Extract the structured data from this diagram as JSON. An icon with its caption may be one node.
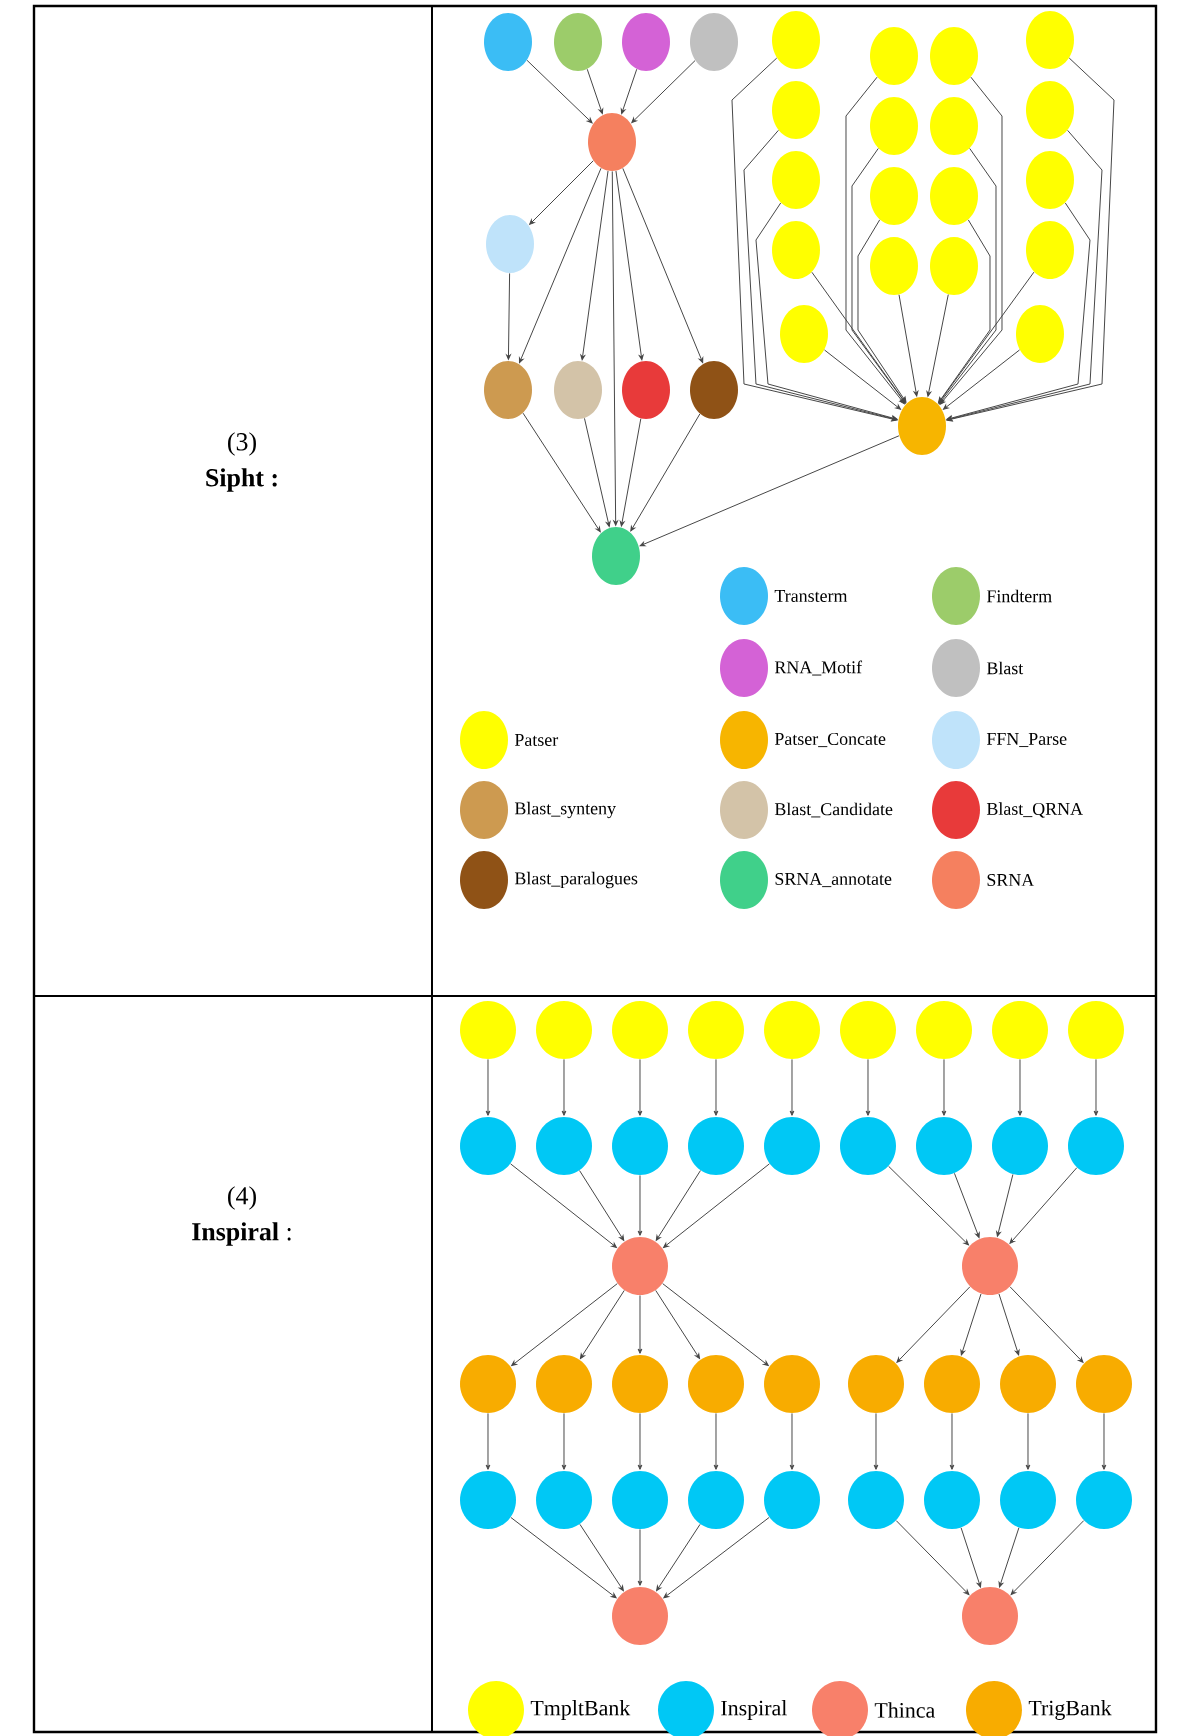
{
  "diagram": {
    "nodes": [
      {
        "text": [],
        "shape": "circle"
      },
      {
        "text": [],
        "shape": "circle"
      },
      {
        "text": [],
        "shape": "circle"
      },
      {
        "text": [],
        "shape": "circle"
      },
      {
        "text": [],
        "shape": "circle"
      },
      {
        "text": [],
        "shape": "circle"
      },
      {
        "text": [],
        "shape": "circle"
      },
      {
        "text": [],
        "shape": "circle"
      },
      {
        "text": [],
        "shape": "circle"
      },
      {
        "text": [],
        "shape": "circle"
      },
      {
        "text": [],
        "shape": "circle"
      },
      {
        "text": [],
        "shape": "circle"
      },
      {
        "text": [],
        "shape": "circle"
      },
      {
        "text": [],
        "shape": "circle"
      },
      {
        "text": [],
        "shape": "circle"
      },
      {
        "text": [],
        "shape": "circle"
      },
      {
        "text": [],
        "shape": "circle"
      },
      {
        "text": [],
        "shape": "circle"
      },
      {
        "text": [],
        "shape": "circle"
      },
      {
        "text": [],
        "shape": "circle"
      },
      {
        "text": [],
        "shape": "circle"
      },
      {
        "text": [],
        "shape": "circle"
      },
      {
        "text": [],
        "shape": "circle"
      },
      {
        "text": [],
        "shape": "circle"
      },
      {
        "text": [],
        "shape": "circle"
      },
      {
        "text": [],
        "shape": "circle"
      },
      {
        "text": [],
        "shape": "circle"
      },
      {
        "text": [],
        "shape": "circle"
      },
      {
        "text": [],
        "shape": "circle"
      },
      {
        "text": [],
        "shape": "circle"
      },
      {
        "text": [],
        "shape": "circle"
      },
      {
        "text": [],
        "shape": "circle"
      },
      {
        "text": [],
        "shape": "circle"
      },
      {
        "text": [],
        "shape": "circle"
      },
      {
        "text": [],
        "shape": "circle"
      },
      {
        "text": [],
        "shape": "circle"
      },
      {
        "text": [],
        "shape": "circle"
      },
      {
        "text": [],
        "shape": "circle"
      },
      {
        "text": [],
        "shape": "circle"
      },
      {
        "text": [],
        "shape": "circle"
      },
      {
        "text": [],
        "shape": "circle"
      },
      {
        "text": [],
        "shape": "circle"
      },
      {
        "text": [],
        "shape": "circle"
      },
      {
        "text": [],
        "shape": "circle"
      },
      {
        "text": [],
        "shape": "circle"
      },
      {
        "text": [],
        "shape": "circle"
      },
      {
        "text": [],
        "shape": "circle"
      },
      {
        "text": [],
        "shape": "circle"
      },
      {
        "text": [],
        "shape": "circle"
      },
      {
        "text": [],
        "shape": "circle"
      },
      {
        "text": [],
        "shape": "circle"
      },
      {
        "text": [],
        "shape": "circle"
      },
      {
        "text": [],
        "shape": "circle"
      },
      {
        "text": [],
        "shape": "circle"
      },
      {
        "text": [],
        "shape": "circle"
      },
      {
        "text": [],
        "shape": "circle"
      },
      {
        "text": [],
        "shape": "circle"
      },
      {
        "text": [],
        "shape": "circle"
      },
      {
        "text": [],
        "shape": "circle"
      },
      {
        "text": [],
        "shape": "circle"
      },
      {
        "text": [],
        "shape": "circle"
      },
      {
        "text": [],
        "shape": "circle"
      },
      {
        "text": [],
        "shape": "circle"
      },
      {
        "text": [],
        "shape": "circle"
      },
      {
        "text": [],
        "shape": "circle"
      },
      {
        "text": [],
        "shape": "circle"
      },
      {
        "text": [],
        "shape": "circle"
      },
      {
        "text": [],
        "shape": "circle"
      },
      {
        "text": [],
        "shape": "circle"
      },
      {
        "text": [],
        "shape": "circle"
      }
    ],
    "edges": [
      {
        "from": 0,
        "to": 22,
        "arrow": "to"
      },
      {
        "from": 1,
        "to": 22,
        "arrow": "to"
      },
      {
        "from": 2,
        "to": 22,
        "arrow": "to"
      },
      {
        "from": 3,
        "to": 22,
        "arrow": "to"
      },
      {
        "from": 22,
        "to": 23,
        "arrow": "to"
      },
      {
        "from": 22,
        "to": 24,
        "arrow": "to"
      },
      {
        "from": 22,
        "to": 25,
        "arrow": "to"
      },
      {
        "from": 22,
        "to": 26,
        "arrow": "to"
      },
      {
        "from": 22,
        "to": 27,
        "arrow": "to"
      },
      {
        "from": 22,
        "to": 29,
        "arrow": "to"
      },
      {
        "from": 23,
        "to": 24,
        "arrow": "to"
      },
      {
        "from": 24,
        "to": 29,
        "arrow": "to"
      },
      {
        "from": 25,
        "to": 29,
        "arrow": "to"
      },
      {
        "from": 26,
        "to": 29,
        "arrow": "to"
      },
      {
        "from": 27,
        "to": 29,
        "arrow": "to"
      },
      {
        "from": 28,
        "to": 29,
        "arrow": "to"
      },
      {
        "from": 4,
        "to": 28,
        "arrow": "to"
      },
      {
        "from": 5,
        "to": 28,
        "arrow": "to"
      },
      {
        "from": 6,
        "to": 28,
        "arrow": "to"
      },
      {
        "from": 7,
        "to": 28,
        "arrow": "to"
      },
      {
        "from": 8,
        "to": 28,
        "arrow": "to"
      },
      {
        "from": 9,
        "to": 28,
        "arrow": "to"
      },
      {
        "from": 10,
        "to": 28,
        "arrow": "to"
      },
      {
        "from": 11,
        "to": 28,
        "arrow": "to"
      },
      {
        "from": 12,
        "to": 28,
        "arrow": "to"
      },
      {
        "from": 13,
        "to": 28,
        "arrow": "to"
      },
      {
        "from": 14,
        "to": 28,
        "arrow": "to"
      },
      {
        "from": 15,
        "to": 28,
        "arrow": "to"
      },
      {
        "from": 16,
        "to": 28,
        "arrow": "to"
      },
      {
        "from": 17,
        "to": 28,
        "arrow": "to"
      },
      {
        "from": 18,
        "to": 28,
        "arrow": "to"
      },
      {
        "from": 19,
        "to": 28,
        "arrow": "to"
      },
      {
        "from": 20,
        "to": 28,
        "arrow": "to"
      },
      {
        "from": 21,
        "to": 28,
        "arrow": "to"
      },
      {
        "from": 30,
        "to": 39,
        "arrow": "to"
      },
      {
        "from": 31,
        "to": 40,
        "arrow": "to"
      },
      {
        "from": 32,
        "to": 41,
        "arrow": "to"
      },
      {
        "from": 33,
        "to": 42,
        "arrow": "to"
      },
      {
        "from": 34,
        "to": 43,
        "arrow": "to"
      },
      {
        "from": 35,
        "to": 44,
        "arrow": "to"
      },
      {
        "from": 36,
        "to": 45,
        "arrow": "to"
      },
      {
        "from": 37,
        "to": 46,
        "arrow": "to"
      },
      {
        "from": 38,
        "to": 47,
        "arrow": "to"
      },
      {
        "from": 39,
        "to": 48,
        "arrow": "to"
      },
      {
        "from": 40,
        "to": 48,
        "arrow": "to"
      },
      {
        "from": 41,
        "to": 48,
        "arrow": "to"
      },
      {
        "from": 42,
        "to": 48,
        "arrow": "to"
      },
      {
        "from": 43,
        "to": 48,
        "arrow": "to"
      },
      {
        "from": 44,
        "to": 49,
        "arrow": "to"
      },
      {
        "from": 45,
        "to": 49,
        "arrow": "to"
      },
      {
        "from": 46,
        "to": 49,
        "arrow": "to"
      },
      {
        "from": 47,
        "to": 49,
        "arrow": "to"
      },
      {
        "from": 48,
        "to": 50,
        "arrow": "to"
      },
      {
        "from": 48,
        "to": 51,
        "arrow": "to"
      },
      {
        "from": 48,
        "to": 52,
        "arrow": "to"
      },
      {
        "from": 48,
        "to": 53,
        "arrow": "to"
      },
      {
        "from": 48,
        "to": 54,
        "arrow": "to"
      },
      {
        "from": 49,
        "to": 55,
        "arrow": "to"
      },
      {
        "from": 49,
        "to": 56,
        "arrow": "to"
      },
      {
        "from": 49,
        "to": 57,
        "arrow": "to"
      },
      {
        "from": 49,
        "to": 58,
        "arrow": "to"
      },
      {
        "from": 50,
        "to": 59,
        "arrow": "to"
      },
      {
        "from": 51,
        "to": 60,
        "arrow": "to"
      },
      {
        "from": 52,
        "to": 61,
        "arrow": "to"
      },
      {
        "from": 53,
        "to": 62,
        "arrow": "to"
      },
      {
        "from": 54,
        "to": 63,
        "arrow": "to"
      },
      {
        "from": 55,
        "to": 64,
        "arrow": "to"
      },
      {
        "from": 56,
        "to": 65,
        "arrow": "to"
      },
      {
        "from": 57,
        "to": 66,
        "arrow": "to"
      },
      {
        "from": 58,
        "to": 67,
        "arrow": "to"
      },
      {
        "from": 59,
        "to": 68,
        "arrow": "to"
      },
      {
        "from": 60,
        "to": 68,
        "arrow": "to"
      },
      {
        "from": 61,
        "to": 68,
        "arrow": "to"
      },
      {
        "from": 62,
        "to": 68,
        "arrow": "to"
      },
      {
        "from": 63,
        "to": 68,
        "arrow": "to"
      },
      {
        "from": 64,
        "to": 69,
        "arrow": "to"
      },
      {
        "from": 65,
        "to": 69,
        "arrow": "to"
      },
      {
        "from": 66,
        "to": 69,
        "arrow": "to"
      },
      {
        "from": 67,
        "to": 69,
        "arrow": "to"
      }
    ],
    "labels": [
      "(3)",
      "Sipht :",
      "(4)",
      "**Inspiral** :"
    ],
    "legend": [
      {
        "text": "Transterm",
        "color": "#3bbdf5"
      },
      {
        "text": "Findterm",
        "color": "#9ccc6a"
      },
      {
        "text": "RNA_Motif",
        "color": "#d462d6"
      },
      {
        "text": "Blast",
        "color": "#c0c0c0"
      },
      {
        "text": "Patser",
        "color": "#ffff00"
      },
      {
        "text": "Patser_Concate",
        "color": "#f7b500"
      },
      {
        "text": "FFN_Parse",
        "color": "#bfe3fa"
      },
      {
        "text": "Blast_synteny",
        "color": "#cd9a50"
      },
      {
        "text": "Blast_Candidate",
        "color": "#d3c3a8"
      },
      {
        "text": "Blast_QRNA",
        "color": "#e83a3a"
      },
      {
        "text": "Blast_paralogues",
        "color": "#8f5216"
      },
      {
        "text": "SRNA_annotate",
        "color": "#40d08a"
      },
      {
        "text": "SRNA",
        "color": "#f5805f"
      },
      {
        "text": "TmpltBank",
        "color": "#ffff00"
      },
      {
        "text": "Inspiral",
        "color": "#00c8f5"
      },
      {
        "text": "Thinca",
        "color": "#f8806a"
      },
      {
        "text": "TrigBank",
        "color": "#f8ac00"
      }
    ]
  }
}
